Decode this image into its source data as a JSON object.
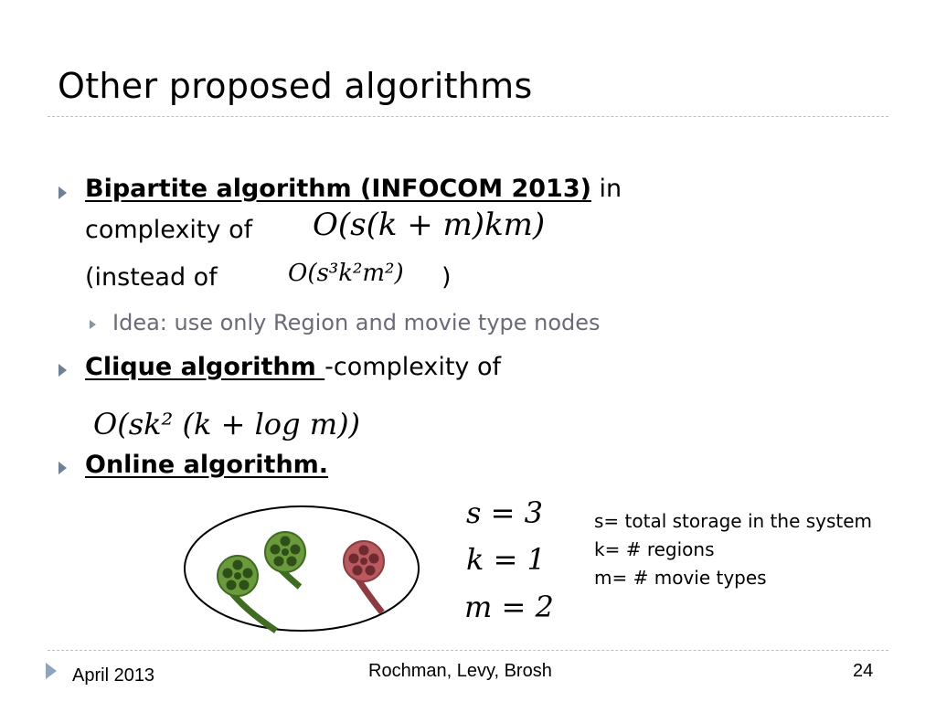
{
  "slide": {
    "title": "Other proposed algorithms",
    "bullets": {
      "b1_label": "Bipartite algorithm (INFOCOM 2013)",
      "b1_after": " in",
      "b1_line2_prefix": "complexity of",
      "b1_formula": "O(s(k + m)km)",
      "b1_line3_prefix": "(instead of",
      "b1_formula2": "O(s³k²m²)",
      "b1_line3_suffix": ")",
      "b1_sub": "Idea: use only Region and movie type nodes",
      "b2_label": "Clique algorithm ",
      "b2_after": "-complexity of",
      "b2_formula": "O(sk² (k + log m))",
      "b3_label": "Online algorithm."
    },
    "params": {
      "s_eq": "s = 3",
      "k_eq": "k = 1",
      "m_eq": "m = 2"
    },
    "notes": {
      "line1": "s= total storage in the system",
      "line2": "k= # regions",
      "line3": "m= # movie types"
    },
    "colors": {
      "reel_green": "#6a9a3c",
      "reel_red": "#b85a5e",
      "bullet": "#6f8192"
    },
    "footer": {
      "date": "April 2013",
      "authors": "Rochman,  Levy,  Brosh",
      "page": "24"
    }
  }
}
